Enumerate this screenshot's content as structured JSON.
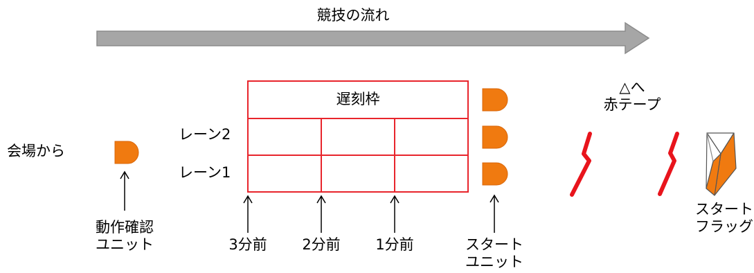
{
  "flow": {
    "label": "競技の流れ"
  },
  "venue": {
    "label": "会場から"
  },
  "check_unit": {
    "line1": "動作確認",
    "line2": "ユニット"
  },
  "late_slot": {
    "label": "遅刻枠"
  },
  "lanes": [
    {
      "label": "レーン2"
    },
    {
      "label": "レーン1"
    }
  ],
  "times": [
    {
      "label": "3分前"
    },
    {
      "label": "2分前"
    },
    {
      "label": "1分前"
    }
  ],
  "start_unit": {
    "line1": "スタート",
    "line2": "ユニット"
  },
  "red_tape": {
    "line1": "△へ",
    "line2": "赤テープ"
  },
  "start_flag": {
    "line1": "スタート",
    "line2": "フラッグ"
  },
  "colors": {
    "unit_orange": "#f07a10",
    "grid_red": "#e8242b",
    "tape_red": "#e8141c",
    "arrow_gray": "#a6a6a6"
  }
}
